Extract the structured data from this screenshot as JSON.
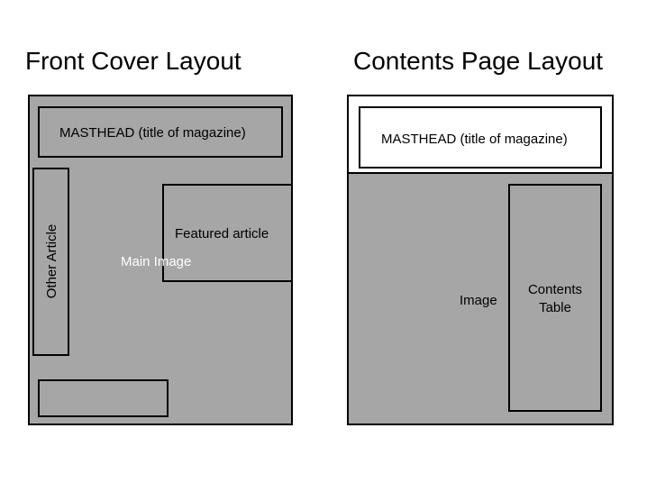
{
  "front_cover": {
    "title": "Front Cover Layout",
    "masthead": "MASTHEAD (title of magazine)",
    "other_article": "Other Article",
    "featured_article": "Featured article",
    "main_image": "Main Image"
  },
  "contents_page": {
    "title": "Contents Page Layout",
    "masthead": "MASTHEAD (title of magazine)",
    "image": "Image",
    "contents_table_line1": "Contents",
    "contents_table_line2": "Table"
  },
  "colors": {
    "panel_fill": "#a6a6a6",
    "border": "#000000",
    "background": "#ffffff"
  }
}
